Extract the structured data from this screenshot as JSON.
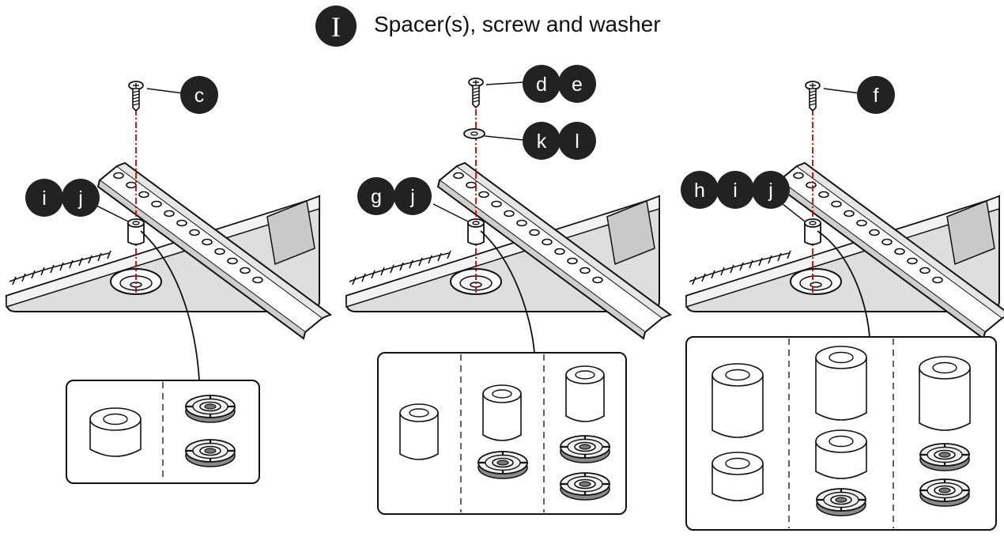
{
  "header": {
    "step": "I",
    "title": "Spacer(s), screw and washer"
  },
  "callouts": {
    "panel1_screw": [
      "c"
    ],
    "panel1_spacer": [
      "i",
      "j"
    ],
    "panel2_screw": [
      "d",
      "e"
    ],
    "panel2_washer": [
      "k",
      "l"
    ],
    "panel2_spacer": [
      "g",
      "j"
    ],
    "panel3_screw": [
      "f"
    ],
    "panel3_spacer": [
      "h",
      "i",
      "j"
    ]
  },
  "colors": {
    "bubble": "#222222",
    "axis": "#d00000",
    "surface": "#dcdcdc",
    "ink": "#111111"
  }
}
